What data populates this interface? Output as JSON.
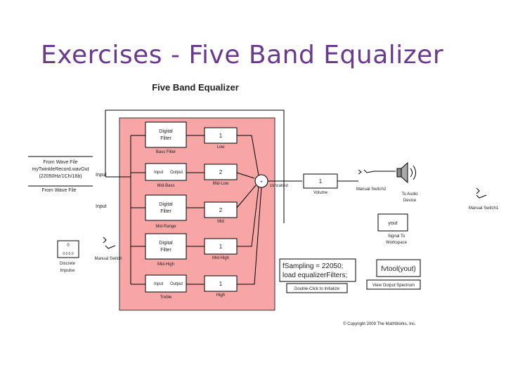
{
  "slide": {
    "title": "Exercises - Five Band Equalizer"
  },
  "model": {
    "title": "Five Band Equalizer",
    "source": {
      "lines": [
        "From Wave File",
        "myTwinkleRecord.wavOut",
        "(22050Hz/1Ch/16b)"
      ],
      "name": "From Wave File",
      "port": "Input"
    },
    "input_labels": [
      "Input",
      "Input"
    ],
    "bands": [
      {
        "filter_lines": [
          "Digital",
          "Filter"
        ],
        "filter_name": "Bass Filter",
        "gain": "1",
        "gain_name": "Low"
      },
      {
        "filter_lines": [
          "Input",
          "Output"
        ],
        "filter_name": "Mid-Bass",
        "gain": "2",
        "gain_name": "Mid-Low"
      },
      {
        "filter_lines": [
          "Digital",
          "Filter"
        ],
        "filter_name": "Mid-Range",
        "gain": "2",
        "gain_name": "Mid"
      },
      {
        "filter_lines": [
          "Digital",
          "Filter"
        ],
        "filter_name": "Mid-High",
        "gain": "1",
        "gain_name": "Mid-High"
      },
      {
        "filter_lines": [
          "Input",
          "Output"
        ],
        "filter_name": "Treble",
        "gain": "1",
        "gain_name": "High"
      }
    ],
    "sum_output": "concatout",
    "volume": {
      "gain": "1",
      "name": "Volume"
    },
    "manual_switch2": "Manual Switch2",
    "audio_device": {
      "lines": [
        "To Audio",
        "Device"
      ]
    },
    "manual_switch1": "Manual Switch1",
    "workspace": {
      "value": "yout",
      "lines": [
        "Signal To",
        "Workspace"
      ]
    },
    "impulse": {
      "value": "0",
      "lines": [
        "Discrete",
        "Impulse"
      ],
      "mini": "0 0 0 0"
    },
    "manual_switch": "Manual Switch",
    "init_note": {
      "lines": [
        "fSampling = 22050;",
        "load equalizerFilters;"
      ],
      "caption": "Double-Click to Initialize"
    },
    "fvtool": {
      "text": "fvtool(yout)",
      "caption": "View Output Spectrum"
    },
    "copyright": "© Copyright 2009 The MathWorks, Inc."
  }
}
